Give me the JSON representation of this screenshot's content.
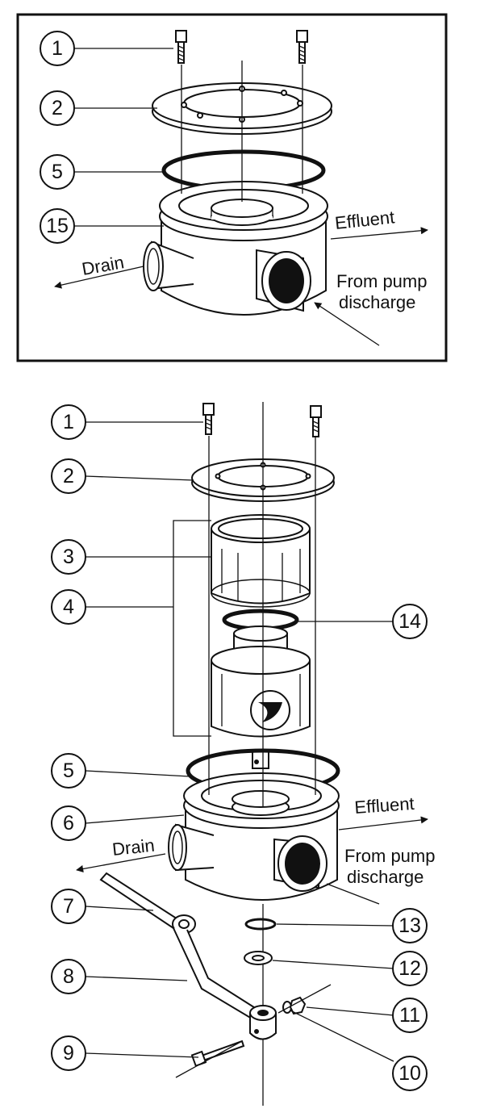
{
  "top_diagram": {
    "callouts": [
      "1",
      "2",
      "5",
      "15"
    ],
    "labels": {
      "effluent": "Effluent",
      "drain": "Drain",
      "pump_line1": "From pump",
      "pump_line2": "discharge"
    }
  },
  "bottom_diagram": {
    "callouts": [
      "1",
      "2",
      "3",
      "4",
      "14",
      "5",
      "6",
      "7",
      "13",
      "8",
      "12",
      "11",
      "9",
      "10"
    ],
    "labels": {
      "effluent": "Effluent",
      "drain": "Drain",
      "pump_line1": "From pump",
      "pump_line2": "discharge"
    }
  }
}
